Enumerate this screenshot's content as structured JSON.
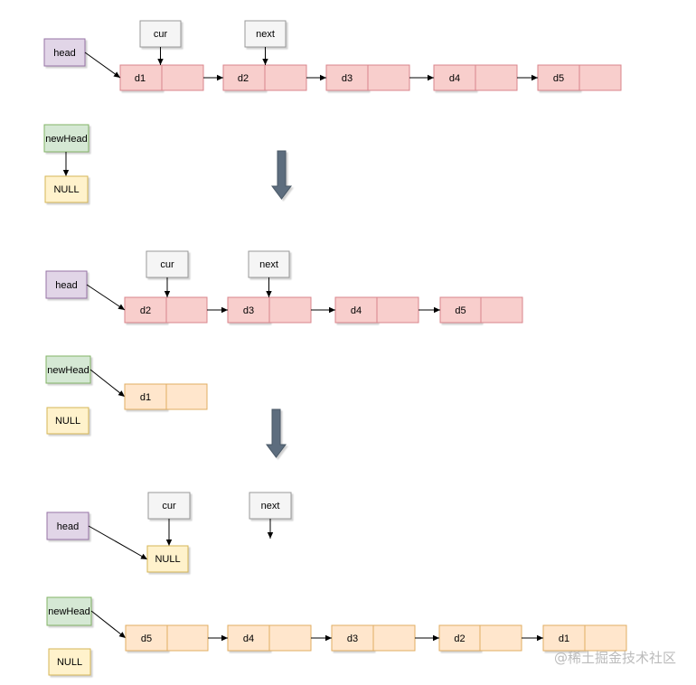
{
  "colors": {
    "node_fill": "#f8cecc",
    "node_stroke": "#d9848b",
    "rev_fill": "#ffe6cc",
    "rev_stroke": "#e0ad62",
    "head_fill": "#e1d5e7",
    "head_stroke": "#9673a6",
    "newhead_fill": "#d5e8d4",
    "newhead_stroke": "#82b366",
    "null_fill": "#fff2cc",
    "null_stroke": "#d6b656",
    "ptr_fill": "#f5f5f5",
    "ptr_stroke": "#999999",
    "step_arrow": "#5d6d7e"
  },
  "labels": {
    "head": "head",
    "newHead": "newHead",
    "null": "NULL",
    "cur": "cur",
    "next": "next",
    "d1": "d1",
    "d2": "d2",
    "d3": "d3",
    "d4": "d4",
    "d5": "d5"
  },
  "watermark": "@稀土掘金技术社区"
}
